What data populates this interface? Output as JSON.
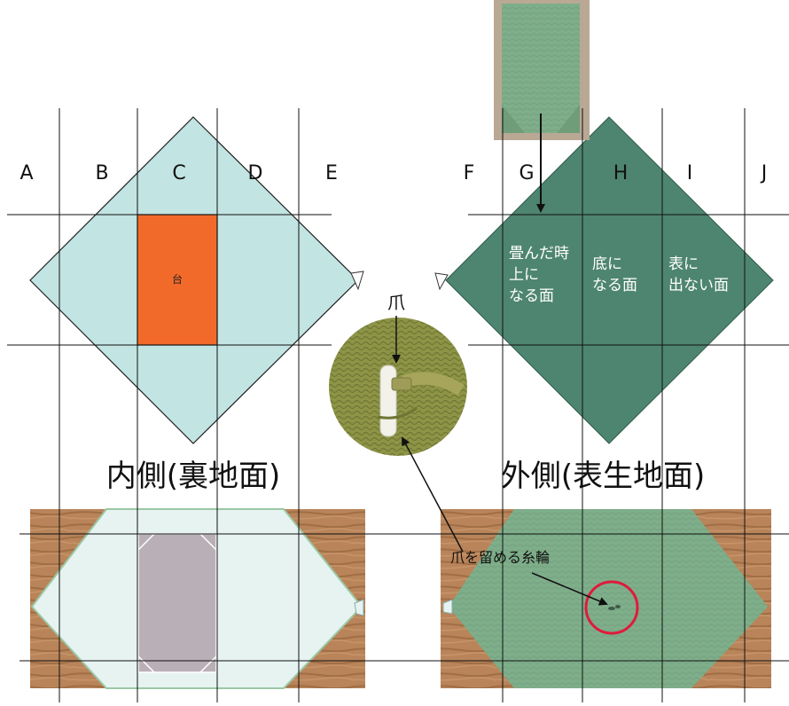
{
  "columns": {
    "a": "A",
    "b": "B",
    "c": "C",
    "d": "D",
    "e": "E",
    "f": "F",
    "g": "G",
    "h": "H",
    "i": "I",
    "j": "J"
  },
  "inner": {
    "base_label": "台",
    "caption": "内側(裏地面)"
  },
  "outer": {
    "caption": "外側(表生地面)",
    "section_g": [
      "畳んだ時",
      "上に",
      "なる面"
    ],
    "section_h": [
      "底に",
      "なる面"
    ],
    "section_i": [
      "表に",
      "出ない面"
    ]
  },
  "claw": {
    "label": "爪",
    "loop_label": "爪を留める糸輪"
  },
  "colors": {
    "inner_fabric": "#c2e4e2",
    "base": "#f26a2a",
    "outer_fabric": "#4e8570",
    "claw_photo": "#8f9648",
    "photo_green": "#7fae8a",
    "wood": "#b07a4c",
    "circle": "#e01a3c"
  }
}
